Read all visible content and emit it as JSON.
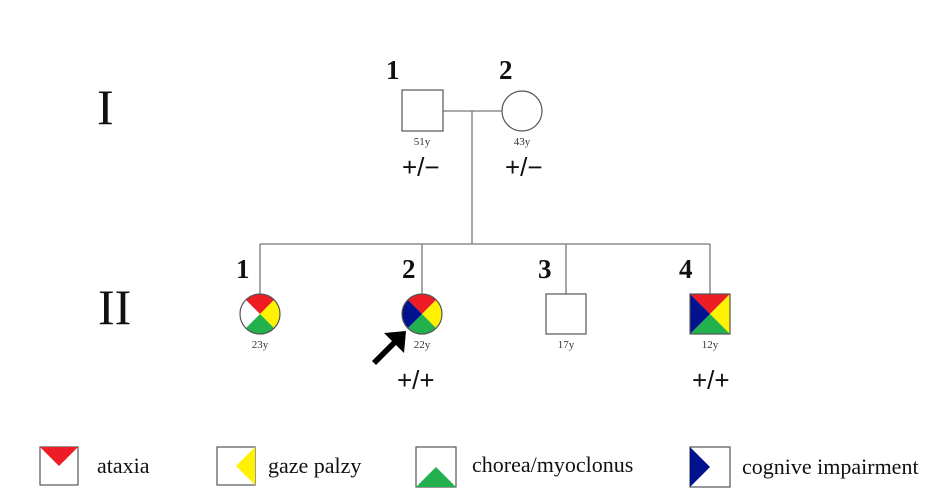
{
  "generations": [
    "I",
    "II"
  ],
  "colors": {
    "ataxia": "#ee1c25",
    "gaze_palsy": "#fff200",
    "chorea_myoclonus": "#22b14c",
    "cognitive_impairment": "#00128e"
  },
  "gen1": [
    {
      "number": "1",
      "sex": "male",
      "age": "51y",
      "genotype": "+/−",
      "traits": []
    },
    {
      "number": "2",
      "sex": "female",
      "age": "43y",
      "genotype": "+/−",
      "traits": []
    }
  ],
  "gen2": [
    {
      "number": "1",
      "sex": "female",
      "age": "23y",
      "genotype": "",
      "traits": [
        "ataxia",
        "gaze_palsy",
        "chorea_myoclonus"
      ]
    },
    {
      "number": "2",
      "sex": "female",
      "age": "22y",
      "genotype": "+/+",
      "proband": true,
      "traits": [
        "ataxia",
        "gaze_palsy",
        "chorea_myoclonus",
        "cognitive_impairment"
      ]
    },
    {
      "number": "3",
      "sex": "male",
      "age": "17y",
      "genotype": "",
      "traits": []
    },
    {
      "number": "4",
      "sex": "male",
      "age": "12y",
      "genotype": "+/+",
      "traits": [
        "ataxia",
        "gaze_palsy",
        "chorea_myoclonus",
        "cognitive_impairment"
      ]
    }
  ],
  "legend": [
    {
      "trait": "ataxia",
      "label": "ataxia"
    },
    {
      "trait": "gaze_palsy",
      "label": "gaze palzy"
    },
    {
      "trait": "chorea_myoclonus",
      "label": "chorea/myoclonus"
    },
    {
      "trait": "cognitive_impairment",
      "label": "cognive impairment"
    }
  ]
}
